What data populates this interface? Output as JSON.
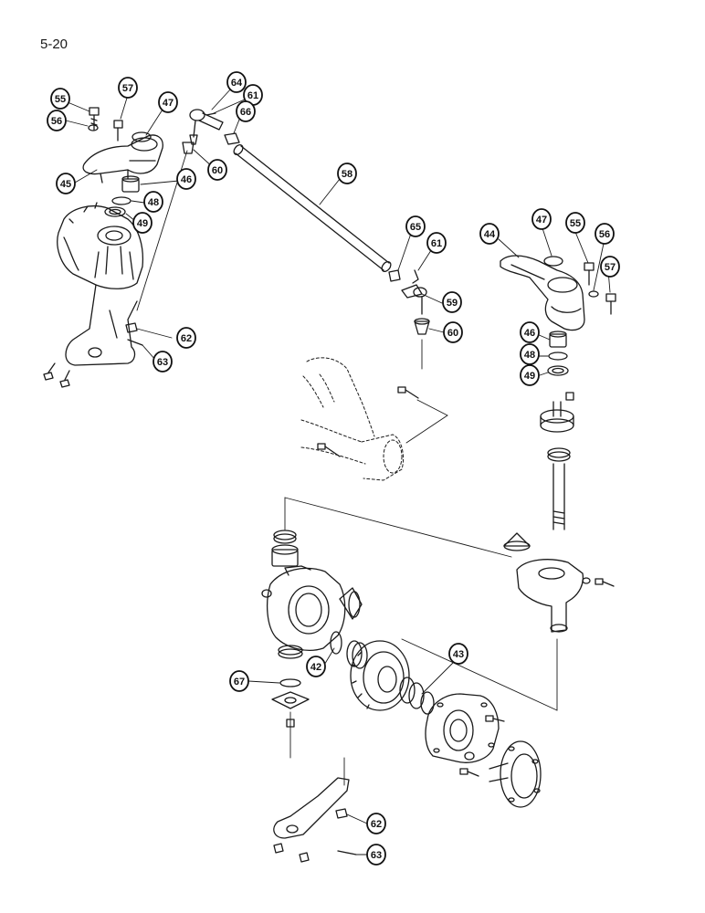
{
  "page": {
    "page_number": "5-20"
  },
  "colors": {
    "ink": "#1a1a1a",
    "background": "#ffffff"
  },
  "callouts": [
    {
      "id": "c55a",
      "label": "55"
    },
    {
      "id": "c57a",
      "label": "57"
    },
    {
      "id": "c47a",
      "label": "47"
    },
    {
      "id": "c64",
      "label": "64"
    },
    {
      "id": "c61a",
      "label": "61"
    },
    {
      "id": "c66",
      "label": "66"
    },
    {
      "id": "c56a",
      "label": "56"
    },
    {
      "id": "c60a",
      "label": "60"
    },
    {
      "id": "c45",
      "label": "45"
    },
    {
      "id": "c46a",
      "label": "46"
    },
    {
      "id": "c48a",
      "label": "48"
    },
    {
      "id": "c49a",
      "label": "49"
    },
    {
      "id": "c58",
      "label": "58"
    },
    {
      "id": "c65",
      "label": "65"
    },
    {
      "id": "c61b",
      "label": "61"
    },
    {
      "id": "c59",
      "label": "59"
    },
    {
      "id": "c60b",
      "label": "60"
    },
    {
      "id": "c44",
      "label": "44"
    },
    {
      "id": "c47b",
      "label": "47"
    },
    {
      "id": "c55b",
      "label": "55"
    },
    {
      "id": "c56b",
      "label": "56"
    },
    {
      "id": "c57b",
      "label": "57"
    },
    {
      "id": "c46b",
      "label": "46"
    },
    {
      "id": "c48b",
      "label": "48"
    },
    {
      "id": "c49b",
      "label": "49"
    },
    {
      "id": "c62a",
      "label": "62"
    },
    {
      "id": "c63a",
      "label": "63"
    },
    {
      "id": "c42",
      "label": "42"
    },
    {
      "id": "c43",
      "label": "43"
    },
    {
      "id": "c67",
      "label": "67"
    },
    {
      "id": "c62b",
      "label": "62"
    },
    {
      "id": "c63b",
      "label": "63"
    }
  ]
}
